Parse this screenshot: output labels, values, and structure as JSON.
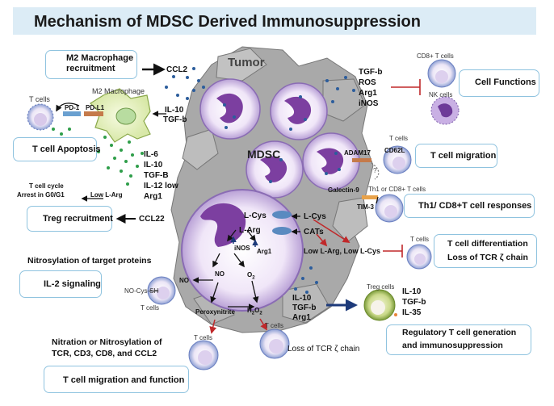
{
  "title": "Mechanism of MDSC Derived Immunosuppression",
  "center": {
    "tumor": "Tumor",
    "mdsc": "MDSC"
  },
  "left": {
    "m2_box": "M2 Macrophage recruitment",
    "ccl2": "CCL2",
    "m2_label": "M2 Macrophage",
    "t_cells": "T cells",
    "pd1": "PD-1",
    "pdl1": "PD-L1",
    "il10": "IL-10",
    "tgfb": "TGF-b",
    "apoptosis_box": "T cell Apoptosis",
    "cytokines": [
      "IL-6",
      "IL-10",
      "TGF-B",
      "IL-12 low",
      "Arg1"
    ],
    "cycle_arrest_1": "T cell  cycle",
    "cycle_arrest_2": "Arrest in G0/G1",
    "low_larg": "Low L-Arg",
    "treg_box": "Treg recruitment",
    "ccl22": "CCL22",
    "nitrosylation": "Nitrosylation of target proteins",
    "il2_box": "IL-2 signaling",
    "no_cys_pre": "NO-Cys-",
    "no_cys_sh": "SH",
    "t_cells_no": "T cells",
    "nitration_1": "Nitration or Nitrosylation of",
    "nitration_2": "TCR, CD3, CD8, and CCL2",
    "migration_box": "T cell migration and function",
    "t_cells_bottom": "T cells"
  },
  "inner": {
    "lcys": "L-Cys",
    "larg": "L-Arg",
    "inos": "iNOS",
    "arg1": "Arg1",
    "no": "NO",
    "o2": "O",
    "o2_sub": "2",
    "no_out": "NO",
    "peroxynitrite": "Peroxynitrite",
    "h2o2_h": "H",
    "h2o2_2a": "2",
    "h2o2_o": "O",
    "h2o2_2b": "2"
  },
  "right": {
    "tgfb": "TGF-b",
    "ros": "ROS",
    "arg1": "Arg1",
    "inos": "iNOS",
    "cd8_label": "CD8+ T cells",
    "nk_label": "NK cells",
    "functions_box": "Cell Functions",
    "t_cells": "T cells",
    "adam17": "ADAM17",
    "cd62l": "CD62L",
    "question": "?",
    "migration_box": "T cell migration",
    "galectin": "Galectin-9",
    "th1_label": "Th1 or CD8+ T cells",
    "tim3": "TIM-3",
    "th1_box": "Th1/ CD8+T cell responses",
    "lcys": "L-Cys",
    "cats": "CATs",
    "low": "Low L-Arg, Low L-Cys",
    "t_cells_diff": "T cells",
    "diff_box_1": "T cell differentiation",
    "diff_box_2": "Loss of TCR ζ chain",
    "il10": "IL-10",
    "tgfb2": "TGF-b",
    "arg1_2": "Arg1",
    "treg_label": "Treg cells",
    "treg_out": [
      "IL-10",
      "TGF-b",
      "IL-35"
    ],
    "treg_box_1": "Regulatory T cell generation",
    "treg_box_2": "and immunosuppression",
    "tcr_loss": "Loss of TCR ζ chain",
    "t_cells_h2o2": "T cells"
  }
}
